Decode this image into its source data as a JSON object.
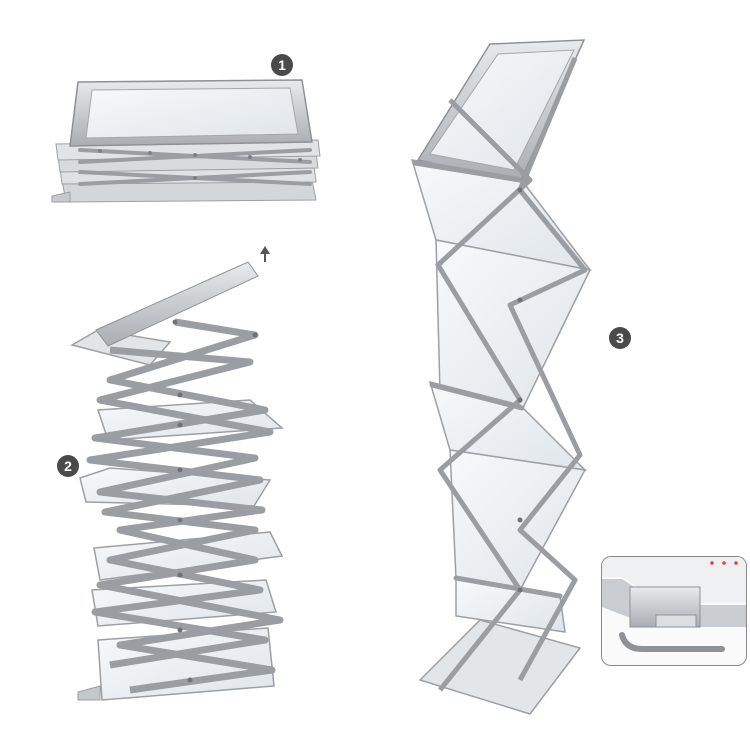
{
  "steps": [
    {
      "id": "folded",
      "number": "1"
    },
    {
      "id": "unfolding",
      "number": "2"
    },
    {
      "id": "assembled",
      "number": "3"
    }
  ],
  "colors": {
    "aluminum": "#b9bcc0",
    "aluminum_dark": "#8e9297",
    "aluminum_light": "#e4e6e8",
    "shelf_clear": "#eef3f6",
    "badge": "#4a4a4a",
    "background": "#ffffff"
  },
  "icons": [
    "up-arrow-icon"
  ]
}
